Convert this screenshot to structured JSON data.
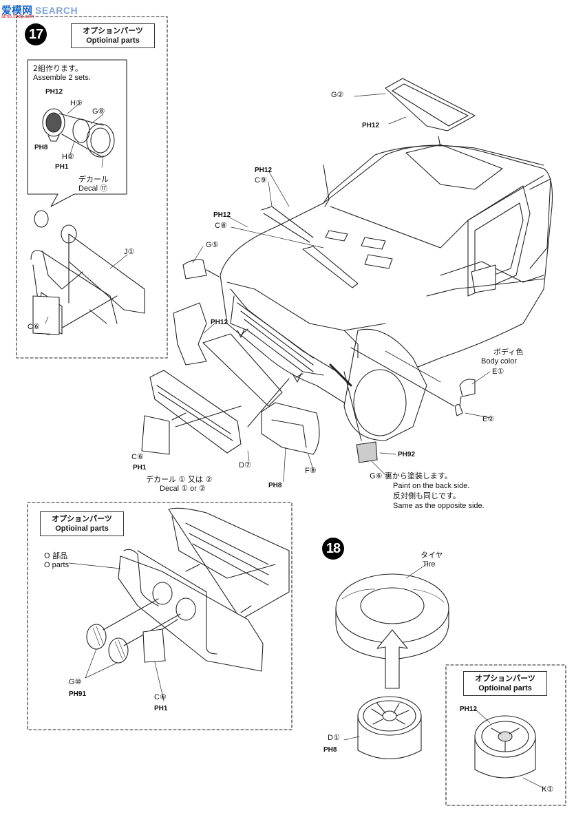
{
  "watermark": {
    "brand_cn": "爱模网",
    "brand_en": "SEARCH",
    "sub": "aimo.shop.com"
  },
  "steps": {
    "s17": "17",
    "s18": "18"
  },
  "option_box_top": {
    "jp": "オプションパーツ",
    "en": "Optioinal parts"
  },
  "option_box_bottom": {
    "jp": "オプションパーツ",
    "en": "Optioinal parts"
  },
  "option_box_wheel": {
    "jp": "オプションパーツ",
    "en": "Optioinal parts"
  },
  "lamp_callout": {
    "jp": "2組作ります。",
    "en": "Assemble 2 sets."
  },
  "labels": {
    "lamp_ph12": "PH12",
    "lamp_h1": "H①",
    "lamp_g8": "G⑧",
    "lamp_ph8": "PH8",
    "lamp_h2": "H②",
    "lamp_ph1": "PH1",
    "lamp_decal_jp": "デカール",
    "lamp_decal_en": "Decal ⑰",
    "j1": "J①",
    "c6_left": "C⑥",
    "g2": "G②",
    "ph12_glass": "PH12",
    "ph12_wiper": "PH12",
    "c9": "C⑨",
    "ph12_c8": "PH12",
    "c8": "C⑧",
    "g5": "G⑤",
    "ph12_bumper": "PH12",
    "body_color_jp": "ボディ色",
    "body_color_en": "Body color",
    "e1": "E①",
    "e2": "E②",
    "c6_mid": "C⑥",
    "ph1_mid": "PH1",
    "d7": "D⑦",
    "decal_mid_jp": "デカール ① 又は ②",
    "decal_mid_en": "Decal ① or ②",
    "ph8_bumper": "PH8",
    "f8": "F⑧",
    "ph92": "PH92",
    "g6_jp1": "G⑥ 裏から塗装します。",
    "g6_en1": "Paint on the back side.",
    "g6_jp2": "反対側も同じです。",
    "g6_en2": "Same as the opposite side.",
    "o_parts_jp": "O 部品",
    "o_parts_en": "O parts",
    "g10": "G⑩",
    "ph91": "PH91",
    "c6_bottom": "C⑥",
    "ph1_bottom": "PH1",
    "tire_jp": "タイヤ",
    "tire_en": "Tire",
    "d1": "D①",
    "ph8_wheel": "PH8",
    "ph12_wheel": "PH12",
    "k1": "K①"
  }
}
